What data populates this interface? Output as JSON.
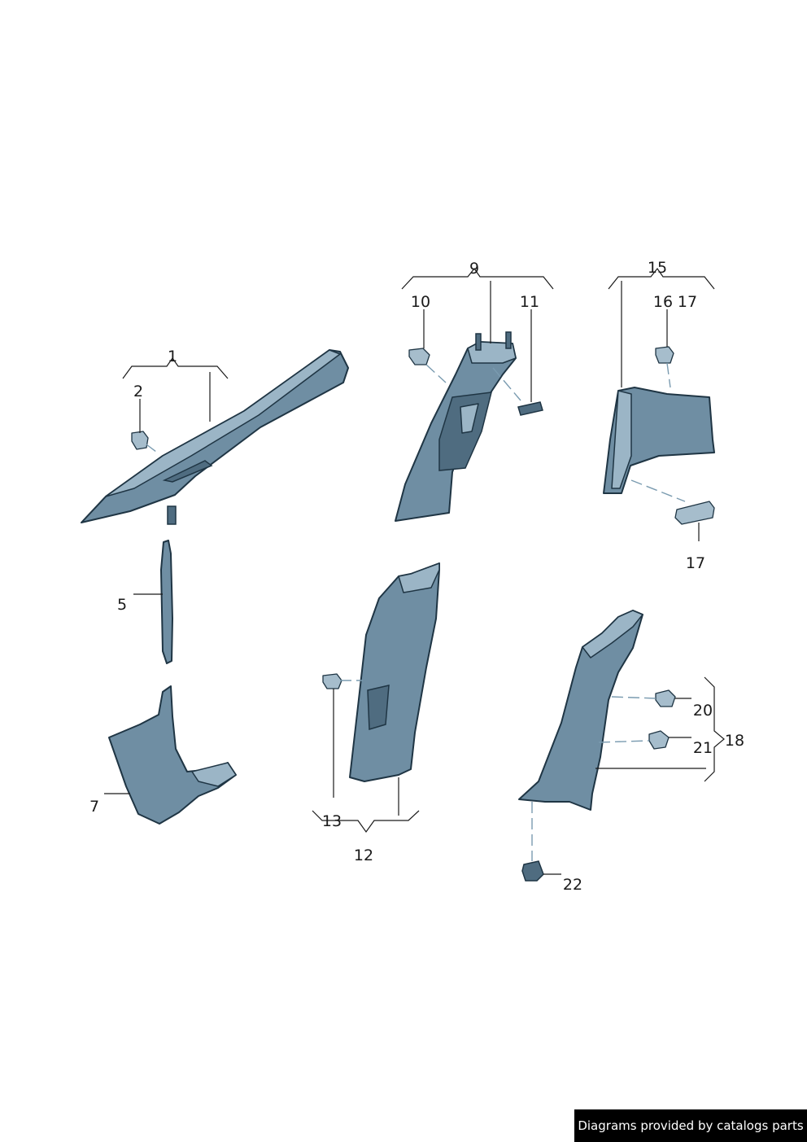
{
  "callouts": {
    "c1": "1",
    "c2": "2",
    "c5": "5",
    "c7": "7",
    "c9": "9",
    "c10": "10",
    "c11": "11",
    "c12": "12",
    "c13": "13",
    "c15": "15",
    "c16": "16",
    "c17a": "17",
    "c17b": "17",
    "c18": "18",
    "c20": "20",
    "c21": "21",
    "c22": "22"
  },
  "credit": "Diagrams provided by catalogs parts",
  "colors": {
    "trim": "#6f8ea3",
    "trim_highlight": "#9bb5c6",
    "outline": "#1f3544",
    "text": "#1a1a1a"
  }
}
